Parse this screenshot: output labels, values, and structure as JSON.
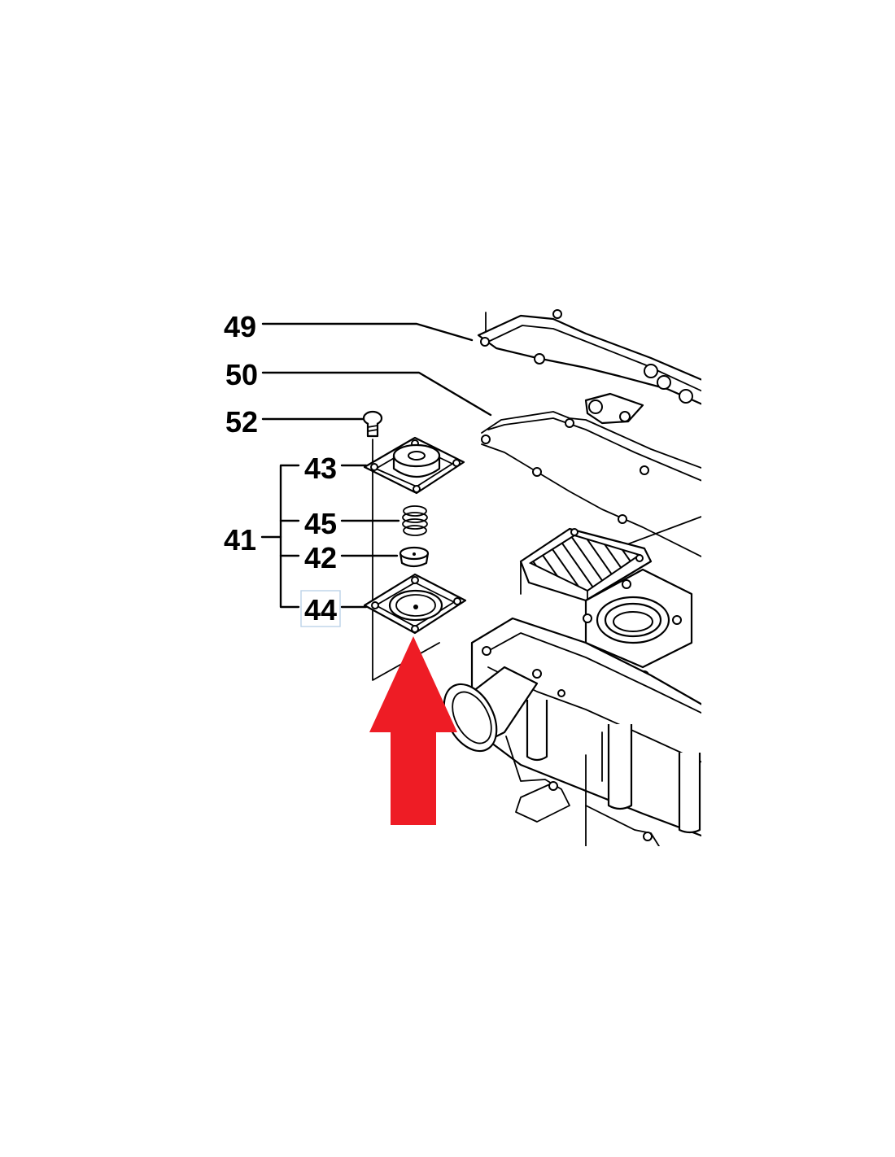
{
  "diagram": {
    "callouts": [
      {
        "id": "49",
        "label": "49"
      },
      {
        "id": "50",
        "label": "50"
      },
      {
        "id": "52",
        "label": "52"
      },
      {
        "id": "43",
        "label": "43"
      },
      {
        "id": "45",
        "label": "45"
      },
      {
        "id": "41",
        "label": "41"
      },
      {
        "id": "42",
        "label": "42"
      },
      {
        "id": "44",
        "label": "44"
      }
    ],
    "highlighted_part": "44",
    "colors": {
      "line": "#000000",
      "arrow": "#ee1c25",
      "highlight": "#bcd2e8",
      "background": "#ffffff"
    }
  }
}
